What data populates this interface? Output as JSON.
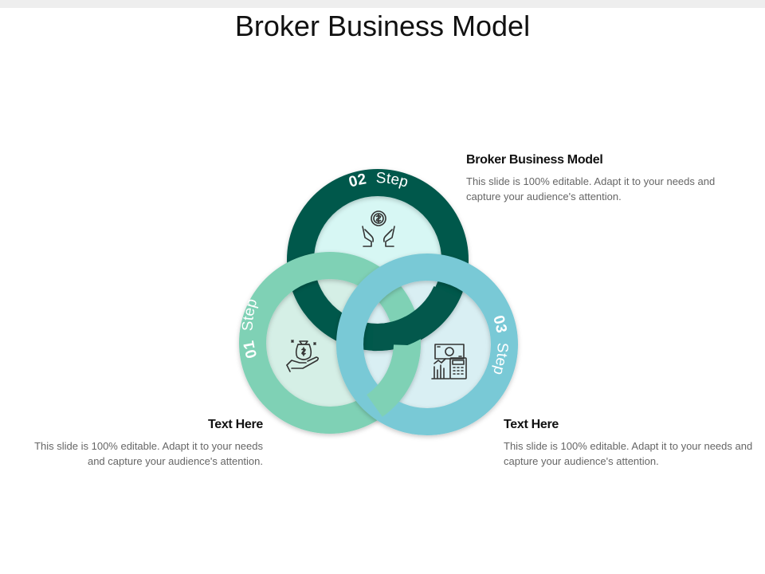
{
  "title": "Broker Business Model",
  "colors": {
    "dark_teal": "#03584c",
    "mint": "#7fd1b5",
    "sky": "#79c9d6",
    "inner_top": "#d7f7f4",
    "inner_left": "#d5efe6",
    "inner_right": "#d9eff3"
  },
  "steps": [
    {
      "number": "01",
      "word": "Step",
      "icon": "money-bag-hand-icon"
    },
    {
      "number": "02",
      "word": "Step",
      "icon": "coin-in-hands-icon"
    },
    {
      "number": "03",
      "word": "Step",
      "icon": "banknote-calculator-chart-icon"
    }
  ],
  "blocks": {
    "top": {
      "heading": "Broker Business Model",
      "body": "This slide is 100% editable. Adapt it to your needs and capture your audience's attention."
    },
    "left": {
      "heading": "Text Here",
      "body": "This slide is 100% editable. Adapt it to your needs and capture your audience's attention."
    },
    "right": {
      "heading": "Text Here",
      "body": "This slide is 100% editable. Adapt it to your needs and capture your audience's attention."
    }
  }
}
